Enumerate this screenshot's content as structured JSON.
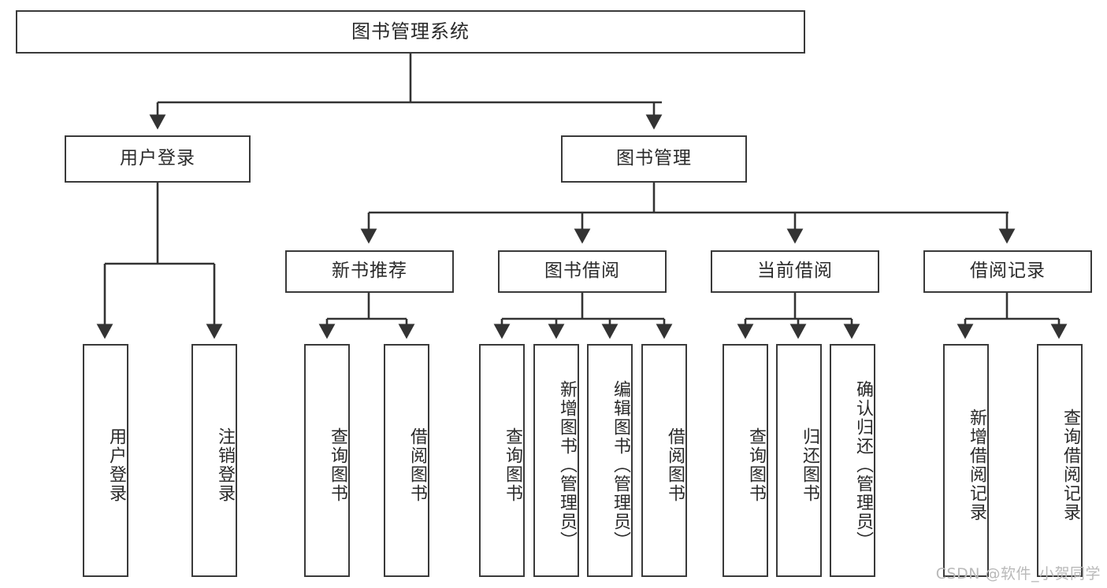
{
  "diagram": {
    "title": "图书管理系统",
    "type": "hierarchy-tree",
    "orientation": "top-down",
    "levels": 4,
    "colors": {
      "background": "#ffffff",
      "box_border": "#3a3a3a",
      "box_fill": "#ffffff",
      "edge": "#333333",
      "text": "#2a2a2a",
      "watermark": "#b9b9b9"
    }
  },
  "nodes": {
    "root": {
      "label": "图书管理系统"
    },
    "level2": [
      {
        "label": "用户登录"
      },
      {
        "label": "图书管理"
      }
    ],
    "level3": [
      {
        "label": "新书推荐"
      },
      {
        "label": "图书借阅"
      },
      {
        "label": "当前借阅"
      },
      {
        "label": "借阅记录"
      }
    ],
    "leaves": {
      "user_login": [
        {
          "label": "用户登录"
        },
        {
          "label": "注销登录"
        }
      ],
      "new_book_recommend": [
        {
          "label": "查询图书"
        },
        {
          "label": "借阅图书"
        }
      ],
      "book_borrow": [
        {
          "label": "查询图书"
        },
        {
          "label": "新增图书（管理员）"
        },
        {
          "label": "编辑图书（管理员）"
        },
        {
          "label": "借阅图书"
        }
      ],
      "current_borrow": [
        {
          "label": "查询图书"
        },
        {
          "label": "归还图书"
        },
        {
          "label": "确认归还（管理员）"
        }
      ],
      "borrow_record": [
        {
          "label": "新增借阅记录"
        },
        {
          "label": "查询借阅记录"
        }
      ]
    }
  },
  "watermark": {
    "text": "CSDN @软件_小贺同学"
  }
}
